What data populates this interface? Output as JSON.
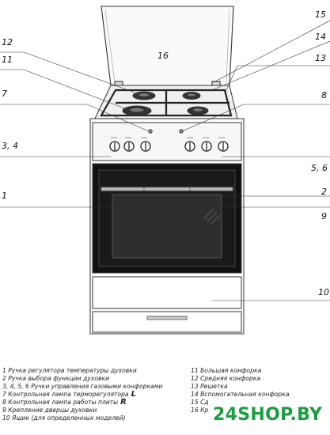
{
  "callouts": {
    "c1": "1",
    "c2": "2",
    "c9": "9",
    "c10": "10",
    "c7": "7",
    "c8": "8",
    "c34": "3, 4",
    "c56": "5, 6",
    "c11": "11",
    "c12": "12",
    "c13": "13",
    "c14": "14",
    "c15": "15",
    "c16": "16"
  },
  "legend_left": [
    {
      "num": "1",
      "text": "Ручка регулятора температуры духовки"
    },
    {
      "num": "2",
      "text": "Ручка выбора функции духовки"
    },
    {
      "num": "3, 4, 5, 6",
      "text": "Ручки управления газовыми конфорками"
    },
    {
      "num": "7",
      "text": "Контрольная лампа терморегулятора",
      "mark": "L"
    },
    {
      "num": "8",
      "text": "Контрольная лампа работы плиты",
      "mark": "R"
    },
    {
      "num": "9",
      "text": "Крепление дверцы духовки"
    },
    {
      "num": "10",
      "text": "Ящик (для определенных моделей)"
    }
  ],
  "legend_right": [
    {
      "num": "11",
      "text": "Большая конфорка"
    },
    {
      "num": "12",
      "text": "Средняя конфорка"
    },
    {
      "num": "13",
      "text": "Решетка"
    },
    {
      "num": "14",
      "text": "Вспомогательная конфорка"
    },
    {
      "num": "15",
      "text": "Сд"
    },
    {
      "num": "16",
      "text": "Кр"
    }
  ],
  "brand": "24SHOP.BY"
}
